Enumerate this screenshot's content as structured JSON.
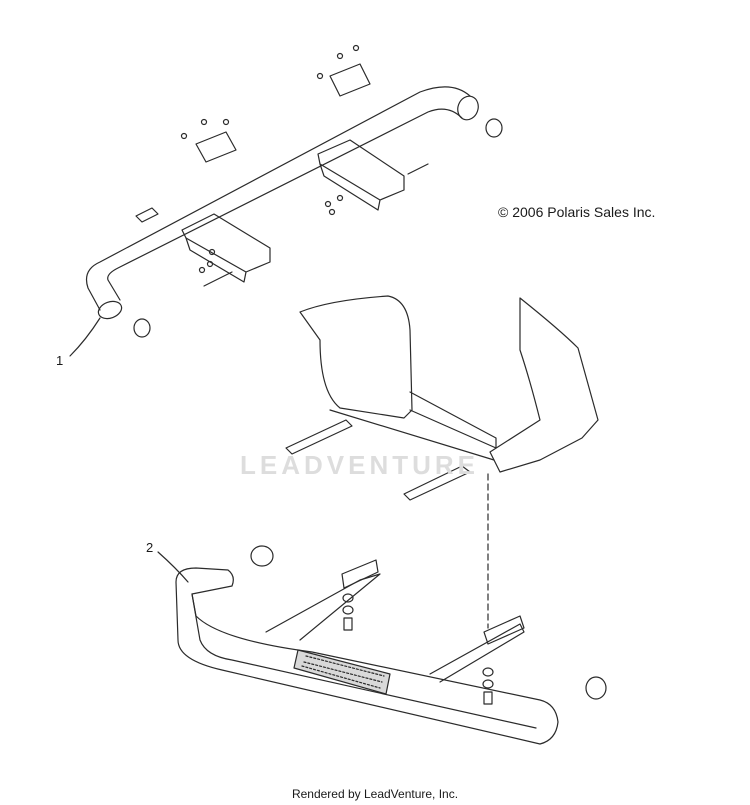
{
  "copyright": "© 2006 Polaris Sales Inc.",
  "callouts": [
    "1",
    "2"
  ],
  "watermark": "LEADVENTURE",
  "footer": "Rendered by LeadVenture, Inc."
}
